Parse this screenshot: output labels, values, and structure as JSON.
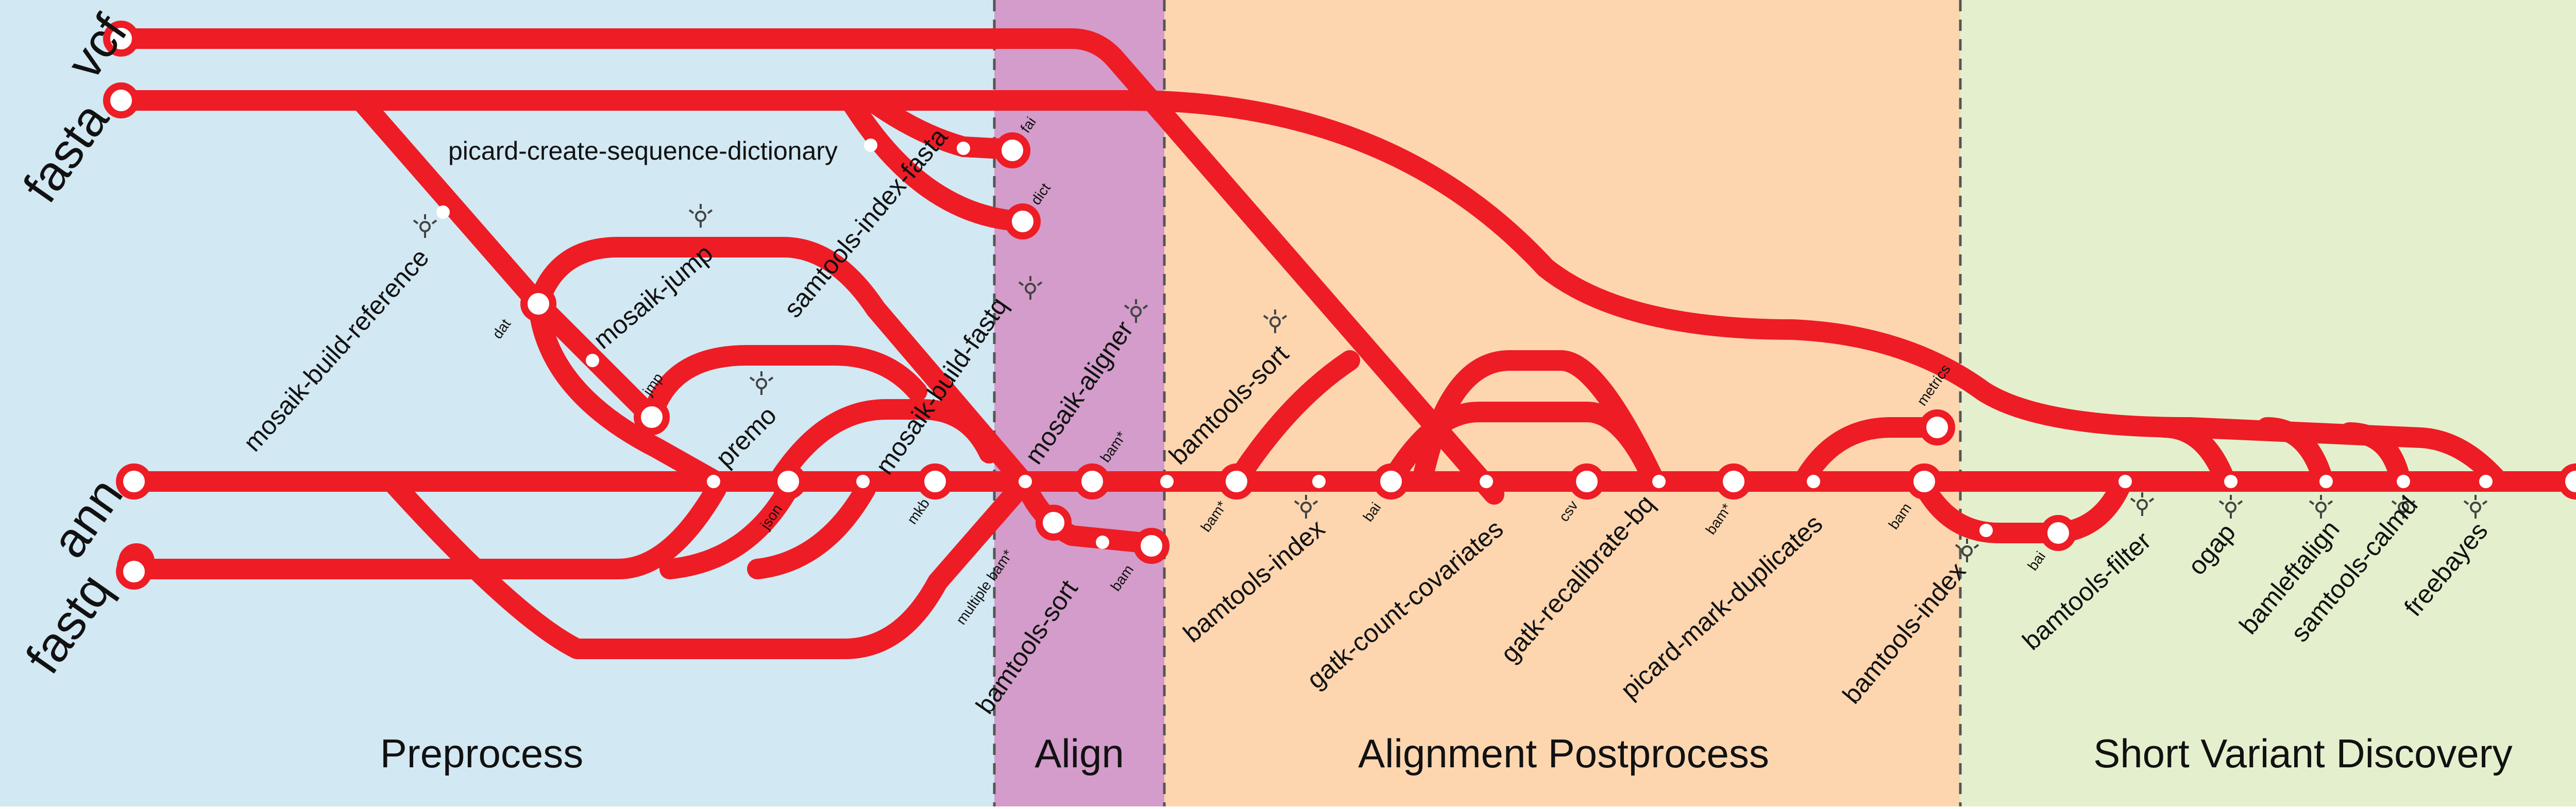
{
  "sections": [
    {
      "id": "preprocess",
      "label": "Preprocess",
      "color": "#d2e8f3"
    },
    {
      "id": "align",
      "label": "Align",
      "color": "#d39cca"
    },
    {
      "id": "postprocess",
      "label": "Alignment Postprocess",
      "color": "#fdd6b0"
    },
    {
      "id": "variant",
      "label": "Short Variant Discovery",
      "color": "#e4f0cd"
    }
  ],
  "inputs": {
    "vcf": "vcf",
    "fasta": "fasta",
    "ann": "ann",
    "fastq": "fastq"
  },
  "output": {
    "vcf": "vcf"
  },
  "tools": {
    "picard_csd": "picard-create-sequence-dictionary",
    "mosaik_build_reference": "mosaik-build-reference",
    "mosaik_jump": "mosaik-jump",
    "samtools_index_fasta": "samtools-index-fasta",
    "mosaik_build_fastq": "mosaik-build-fastq",
    "premo": "premo",
    "mosaik_aligner": "mosaik-aligner",
    "bamtools_sort_align": "bamtools-sort",
    "bamtools_sort": "bamtools-sort",
    "bamtools_index": "bamtools-index",
    "gatk_count_covariates": "gatk-count-covariates",
    "gatk_recalibrate_bq": "gatk-recalibrate-bq",
    "picard_mark_duplicates": "picard-mark-duplicates",
    "bamtools_index_2": "bamtools-index",
    "bamtools_filter": "bamtools-filter",
    "ogap": "ogap",
    "bamleftalign": "bamleftalign",
    "samtools_calmd": "samtools-calmd",
    "freebayes": "freebayes"
  },
  "formats": {
    "fai": "fai",
    "dict": "dict",
    "dat": "dat",
    "jmp": "jmp",
    "json": "json",
    "mkb": "mkb",
    "multiple_bam": "multiple bam*",
    "bam_star_1": "bam*",
    "bam_1": "bam",
    "bam_star_2": "bam*",
    "bai_1": "bai",
    "csv": "csv",
    "bam_star_3": "bam*",
    "metrics": "metrics",
    "bam_2": "bam",
    "bai_2": "bai"
  },
  "colors": {
    "line": "#ee1c25",
    "station": "#ffffff",
    "divider": "#555555"
  }
}
